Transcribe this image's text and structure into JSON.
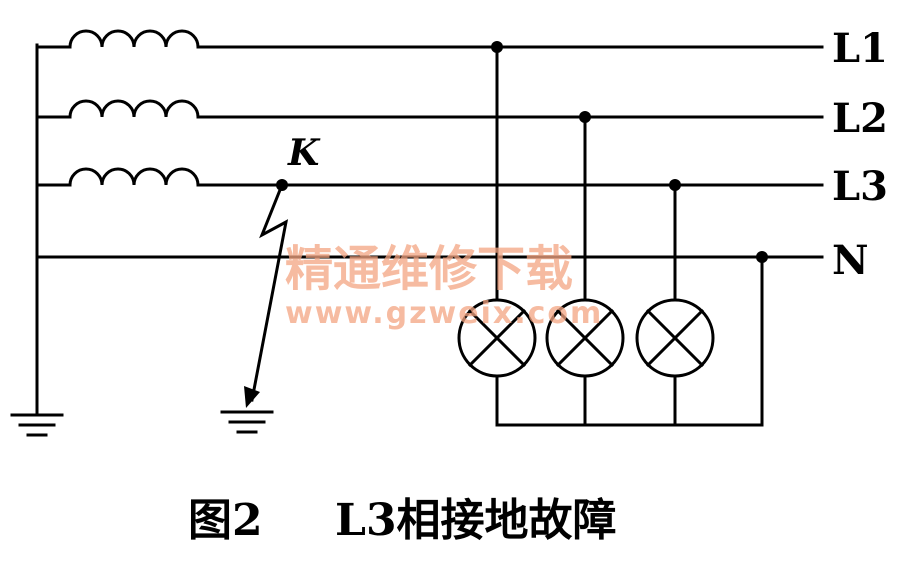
{
  "diagram": {
    "lines": [
      {
        "id": "L1",
        "label": "L1"
      },
      {
        "id": "L2",
        "label": "L2"
      },
      {
        "id": "L3",
        "label": "L3"
      },
      {
        "id": "N",
        "label": "N"
      }
    ],
    "fault_point_label": "K",
    "watermark": {
      "text": "精通维修下载",
      "url": "www.gzweix.com"
    },
    "caption": {
      "fig": "图2",
      "title": "L3相接地故障"
    }
  }
}
